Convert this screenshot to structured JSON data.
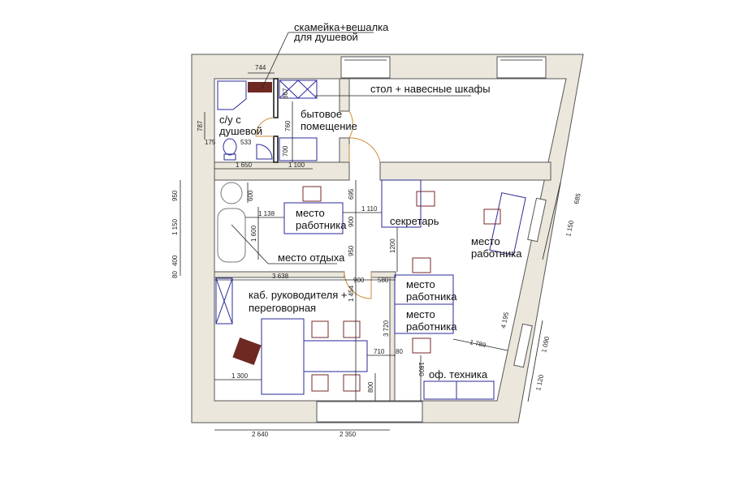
{
  "colors": {
    "wall": "#ebe7dc",
    "furniture": "#2a2a9a",
    "door": "#d08a3a",
    "bench": "#6e2a22",
    "chair": "#7a2a2a"
  },
  "labels": {
    "bench": "скамейка+вешалка",
    "bench2": "для душевой",
    "kitchen_unit": "стол + навесные шкафы",
    "bathroom1": "с/у с",
    "bathroom2": "душевой",
    "utility1": "бытовое",
    "utility2": "помещение",
    "worker_a1": "место",
    "worker_a2": "работника",
    "secretary": "секретарь",
    "worker_b1": "место",
    "worker_b2": "работника",
    "rest": "место отдыха",
    "director1": "каб. руководителя +",
    "director2": "переговорная",
    "worker_c1": "место",
    "worker_c2": "работника",
    "worker_d1": "место",
    "worker_d2": "работника",
    "office_equipment": "оф. техника"
  },
  "dims": [
    "744",
    "867",
    "787",
    "760",
    "175",
    "533",
    "700",
    "1 650",
    "1 100",
    "950",
    "600",
    "695",
    "1 138",
    "1 110",
    "900",
    "1 150",
    "1 600",
    "950",
    "1200",
    "400",
    "80",
    "3 638",
    "900",
    "580",
    "1 454",
    "3 720",
    "710",
    "80",
    "1 300",
    "800",
    "1800",
    "1 789",
    "4 195",
    "685",
    "1 150",
    "1 090",
    "1 120",
    "2 640",
    "2 350"
  ]
}
